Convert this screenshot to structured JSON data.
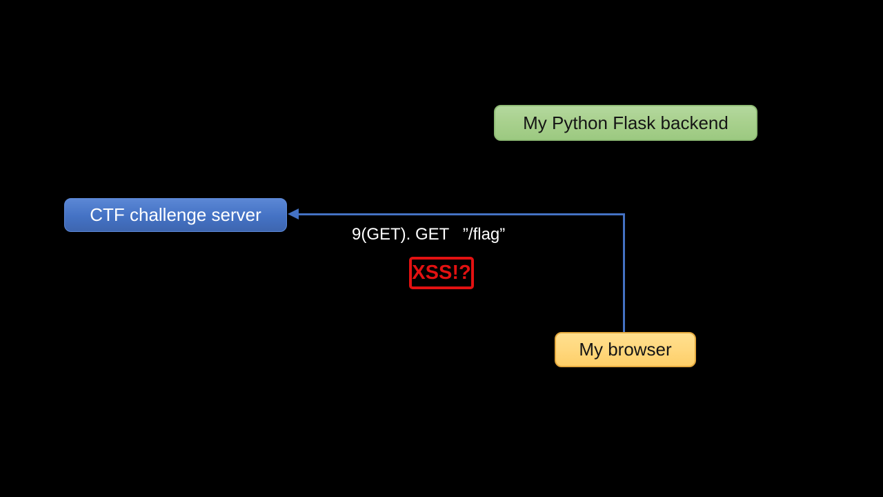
{
  "colors": {
    "background": "#000000",
    "backend_fill": "#a9d18e",
    "backend_border": "#8fbc75",
    "backend_text": "#151515",
    "server_fill": "#4472c4",
    "server_text": "#ffffff",
    "browser_fill": "#ffd87e",
    "browser_border": "#e4a93e",
    "browser_text": "#151515",
    "edge_line": "#4472c4",
    "edge_label_text": "#ffffff",
    "alert_red": "#e21111"
  },
  "diagram": {
    "nodes": [
      {
        "id": "backend",
        "label": "My Python Flask backend"
      },
      {
        "id": "ctf_server",
        "label": "CTF challenge server"
      },
      {
        "id": "browser",
        "label": "My browser"
      }
    ],
    "edge": {
      "from": "My browser",
      "to": "CTF challenge server",
      "label": "9(GET). GET   ”/flag”"
    },
    "annotation": {
      "label": "XSS!?"
    }
  }
}
